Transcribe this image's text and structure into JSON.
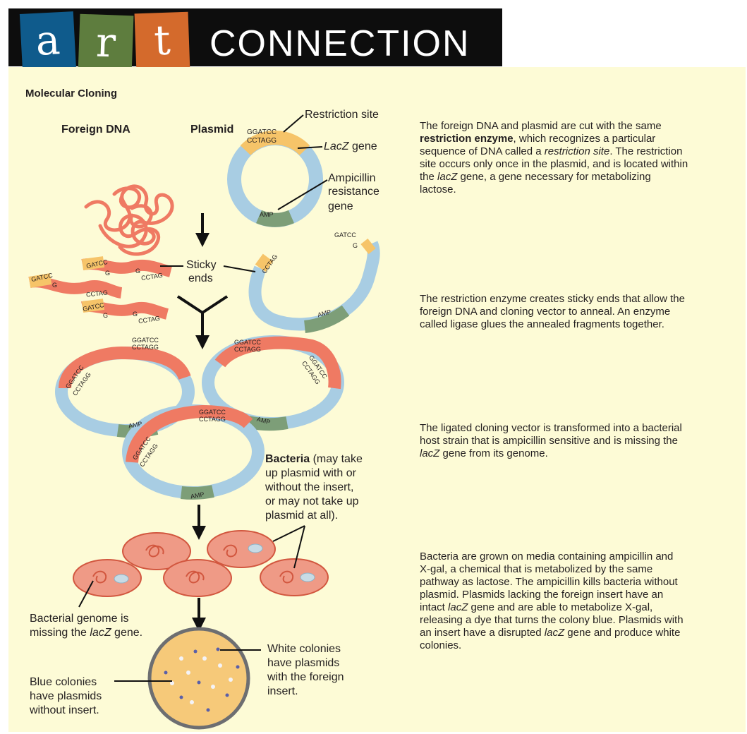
{
  "banner": {
    "letters": [
      "a",
      "r",
      "t"
    ],
    "title": "CONNECTION",
    "colors": {
      "a": "#0f5b8c",
      "r": "#5e7d3e",
      "t": "#d46a2c",
      "background": "#0d0d0d"
    }
  },
  "figure": {
    "title": "Molecular Cloning",
    "labels": {
      "foreign_dna": "Foreign DNA",
      "plasmid": "Plasmid",
      "restriction_site": "Restriction site",
      "lacz_gene_italic": "LacZ",
      "lacz_gene_rest": " gene",
      "ampicillin_line1": "Ampicillin",
      "ampicillin_line2": "resistance",
      "ampicillin_line3": "gene",
      "sticky_line1": "Sticky",
      "sticky_line2": "ends",
      "bacteria_bold": "Bacteria",
      "bacteria_rest_1": " (may take",
      "bacteria_line2": "up plasmid with or",
      "bacteria_line3": "without the insert,",
      "bacteria_line4": "or may not take up",
      "bacteria_line5": "plasmid at all).",
      "genome_line1": "Bacterial genome is",
      "genome_line2_pre": "missing the ",
      "genome_line2_italic": "lacZ",
      "genome_line2_post": " gene.",
      "white_line1": "White colonies",
      "white_line2": "have plasmids",
      "white_line3": "with the foreign",
      "white_line4": "insert.",
      "blue_line1": "Blue colonies",
      "blue_line2": "have plasmids",
      "blue_line3": "without insert."
    },
    "sequences": {
      "ggatcc": "GGATCC",
      "cctagg": "CCTAGG",
      "gatcc": "GATCC",
      "g": "G",
      "cctag": "CCTAG",
      "amp": "AMP"
    },
    "colors": {
      "panel": "#fdfbd6",
      "plasmid": "#a8cde3",
      "dna": "#ef7a63",
      "site": "#f6c469",
      "amp": "#7d9e78",
      "dish_agar": "#f6c979",
      "dish_rim": "#6d6e71",
      "blue_colony": "#5a5fa8",
      "white_colony": "#f4f3f7"
    }
  },
  "descriptions": {
    "step1": {
      "line1": "The foreign DNA and plasmid are cut with the same",
      "line2_bold": "restriction enzyme",
      "line2_rest": ", which recognizes a particular",
      "line3_pre": "sequence of DNA called a ",
      "line3_italic": "restriction site",
      "line3_post": ". The restriction",
      "line4": "site occurs only once in the plasmid, and is located within",
      "line5_pre": "the ",
      "line5_italic": "lacZ",
      "line5_post": " gene, a gene necessary for metabolizing",
      "line6": "lactose."
    },
    "step2": {
      "line1": "The restriction enzyme creates sticky ends that allow the",
      "line2": "foreign DNA and cloning vector to anneal. An enzyme",
      "line3": "called ligase glues the annealed fragments together."
    },
    "step3": {
      "line1": "The ligated cloning vector is transformed into a bacterial",
      "line2": "host strain that is ampicillin sensitive and is missing the",
      "line3_italic": "lacZ",
      "line3_post": " gene from its genome."
    },
    "step4": {
      "line1": "Bacteria are grown on media containing ampicillin and",
      "line2": "X-gal, a chemical that is metabolized by the same",
      "line3": "pathway as lactose. The ampicillin kills bacteria without",
      "line4": "plasmid. Plasmids lacking the foreign insert have an",
      "line5_pre": "intact ",
      "line5_italic": "lacZ",
      "line5_post": " gene and are able to metabolize X-gal,",
      "line6": "releasing a dye that turns the colony blue. Plasmids with",
      "line7_pre": "an insert have a disrupted ",
      "line7_italic": "lacZ",
      "line7_post": " gene and produce white",
      "line8": "colonies."
    }
  }
}
